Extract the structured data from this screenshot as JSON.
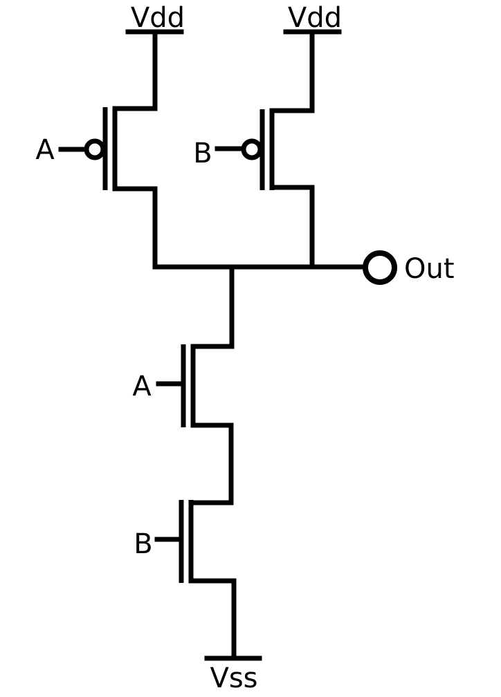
{
  "colors": {
    "stroke": "#000000",
    "background": "#ffffff"
  },
  "labels": {
    "vdd_left": "Vdd",
    "vdd_right": "Vdd",
    "vss": "Vss",
    "pmos_a_input": "A",
    "pmos_b_input": "B",
    "nmos_a_input": "A",
    "nmos_b_input": "B",
    "output": "Out"
  }
}
